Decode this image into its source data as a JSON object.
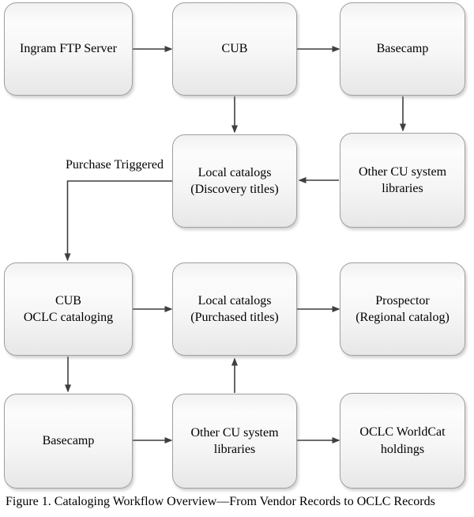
{
  "palette": {
    "arrow": "#3f3f3f",
    "node_border": "#9f9f9f",
    "node_fill_top": "#fcfcfc",
    "node_fill_bottom": "#e7e7e7",
    "text": "#000000",
    "background": "#ffffff"
  },
  "diagram": {
    "nodes": {
      "ingram": {
        "label": "Ingram FTP Server"
      },
      "cub": {
        "label": "CUB"
      },
      "basecamp_top": {
        "label": "Basecamp"
      },
      "local_discovery": {
        "label": "Local catalogs\n(Discovery titles)"
      },
      "other_cu_top": {
        "label": "Other CU system\nlibraries"
      },
      "cub_oclc": {
        "label": "CUB\nOCLC cataloging"
      },
      "local_purchased": {
        "label": "Local catalogs\n(Purchased titles)"
      },
      "prospector": {
        "label": "Prospector\n(Regional catalog)"
      },
      "basecamp_bottom": {
        "label": "Basecamp"
      },
      "other_cu_bottom": {
        "label": "Other CU system\nlibraries"
      },
      "oclc_worldcat": {
        "label": "OCLC WorldCat\nholdings"
      }
    },
    "edges": [
      {
        "from": "ingram",
        "to": "cub"
      },
      {
        "from": "cub",
        "to": "basecamp_top"
      },
      {
        "from": "cub",
        "to": "local_discovery"
      },
      {
        "from": "basecamp_top",
        "to": "other_cu_top"
      },
      {
        "from": "other_cu_top",
        "to": "local_discovery"
      },
      {
        "from": "local_discovery",
        "to": "cub_oclc",
        "label": "Purchase Triggered"
      },
      {
        "from": "cub_oclc",
        "to": "local_purchased"
      },
      {
        "from": "local_purchased",
        "to": "prospector"
      },
      {
        "from": "cub_oclc",
        "to": "basecamp_bottom"
      },
      {
        "from": "basecamp_bottom",
        "to": "other_cu_bottom"
      },
      {
        "from": "other_cu_bottom",
        "to": "local_purchased"
      },
      {
        "from": "other_cu_bottom",
        "to": "oclc_worldcat"
      }
    ]
  },
  "caption": "Figure 1. Cataloging Workflow Overview—From Vendor Records to OCLC Records"
}
